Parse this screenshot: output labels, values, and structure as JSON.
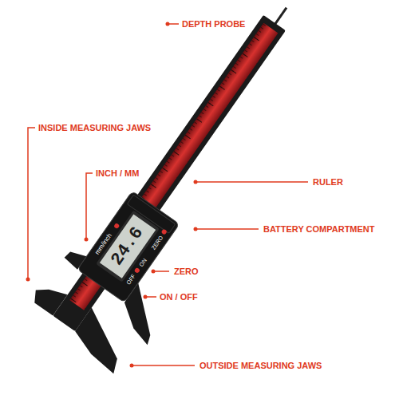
{
  "diagram": {
    "labels": [
      "DEPTH PROBE",
      "INSIDE MEASURING JAWS",
      "INCH / MM",
      "RULER",
      "BATTERY COMPARTMENT",
      "ZERO",
      "ON / OFF",
      "OUTSIDE MEASURING JAWS",
      "mm/inch",
      "24.6",
      "OFF",
      "ON",
      "ZERO"
    ]
  }
}
